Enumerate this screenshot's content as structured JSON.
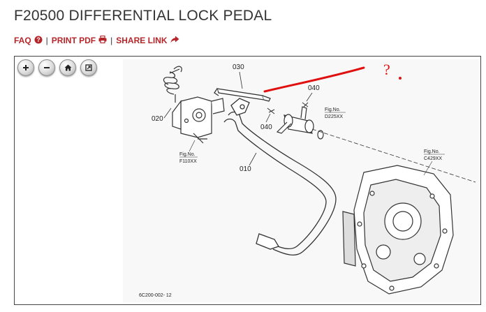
{
  "page": {
    "title": "F20500 DIFFERENTIAL LOCK PEDAL"
  },
  "links": {
    "faq": "FAQ",
    "print_pdf": "PRINT PDF",
    "share_link": "SHARE LINK",
    "separator": "|"
  },
  "colors": {
    "accent": "#b5262a",
    "annotation": "#e01010"
  },
  "icons": {
    "faq": "question-circle-icon",
    "print": "printer-icon",
    "share": "share-arrow-icon",
    "zoom_in": "plus-icon",
    "zoom_out": "minus-icon",
    "home": "home-icon",
    "fullscreen": "fullscreen-icon"
  },
  "diagram": {
    "parts": {
      "p010": "010",
      "p020": "020",
      "p030": "030",
      "p040a": "040",
      "p040b": "040"
    },
    "figrefs": {
      "f110_label": "Fig.No.",
      "f110_code": "F110XX",
      "d225_label": "Fig.No.",
      "d225_code": "D225XX",
      "c429_label": "Fig.No.",
      "c429_code": "C429XX"
    },
    "drawing_code": "6C200-002- 12",
    "annotation_mark": "?"
  }
}
